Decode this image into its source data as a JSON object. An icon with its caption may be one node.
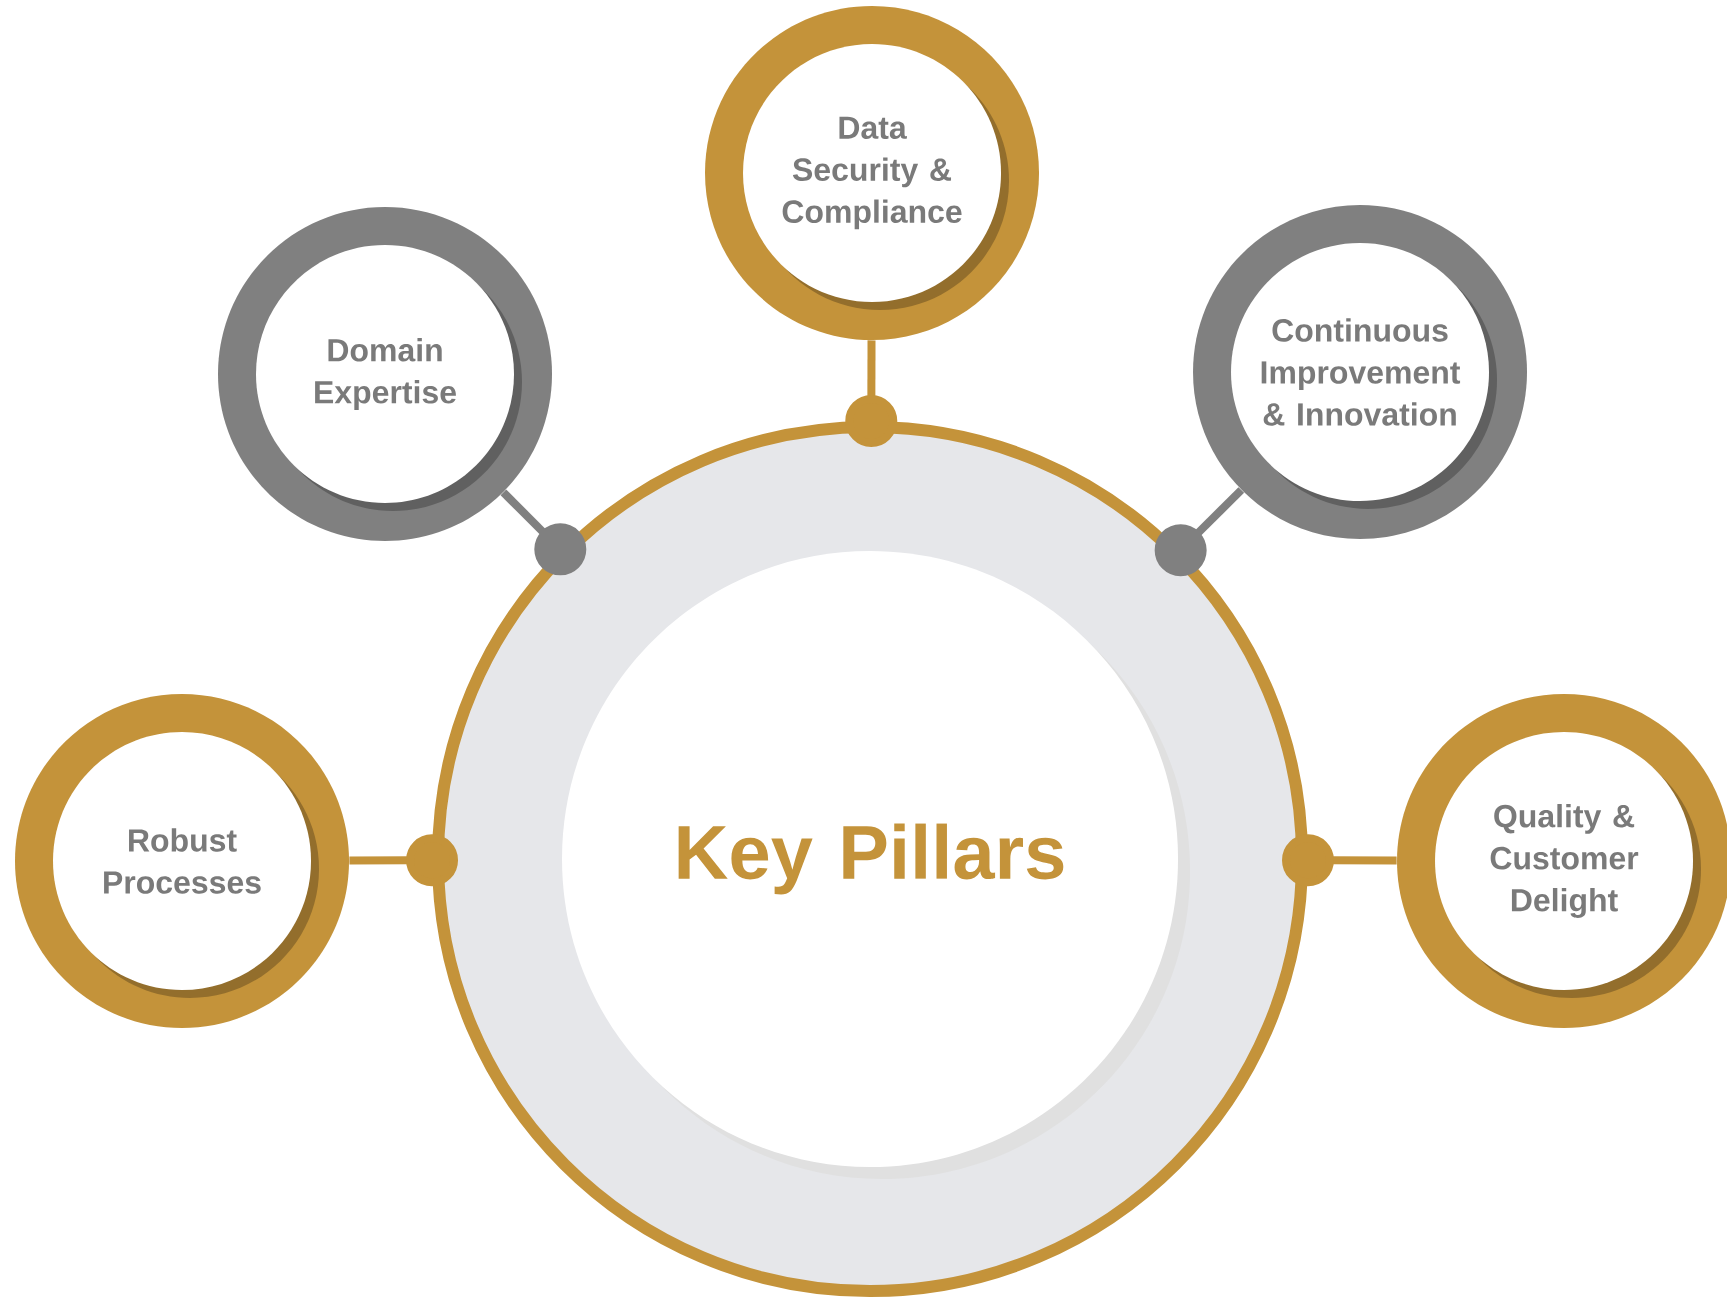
{
  "diagram": {
    "nodes": [
      {
        "text": [
          "Key Pillars"
        ]
      },
      {
        "text": [
          "Robust Processes"
        ]
      },
      {
        "text": [
          "Domain Expertise"
        ]
      },
      {
        "text": [
          "Data Security & Compliance"
        ]
      },
      {
        "text": [
          "Continuous Improvement & Innovation"
        ]
      },
      {
        "text": [
          "Quality & Customer Delight"
        ]
      }
    ],
    "edges": [
      {
        "from": 0,
        "to": 1,
        "arrow": "other"
      },
      {
        "from": 0,
        "to": 2,
        "arrow": "other",
        "color": "#808080"
      },
      {
        "from": 0,
        "to": 3,
        "arrow": "other"
      },
      {
        "from": 0,
        "to": 4,
        "arrow": "other",
        "color": "#808080"
      },
      {
        "from": 0,
        "to": 5,
        "arrow": "other"
      }
    ]
  }
}
